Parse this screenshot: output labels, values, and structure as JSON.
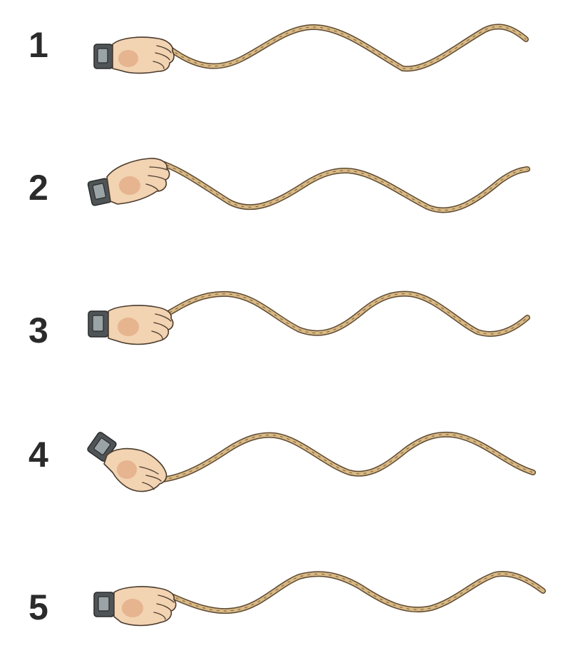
{
  "steps": [
    {
      "number": "1"
    },
    {
      "number": "2"
    },
    {
      "number": "3"
    },
    {
      "number": "4"
    },
    {
      "number": "5"
    }
  ],
  "colors": {
    "rope": "#d8b985",
    "rope_outline": "#5e4a32",
    "skin": "#f2d3b2",
    "skin_shade": "#e2a983",
    "cuff": "#4f5456",
    "number": "#2b2b2b"
  }
}
